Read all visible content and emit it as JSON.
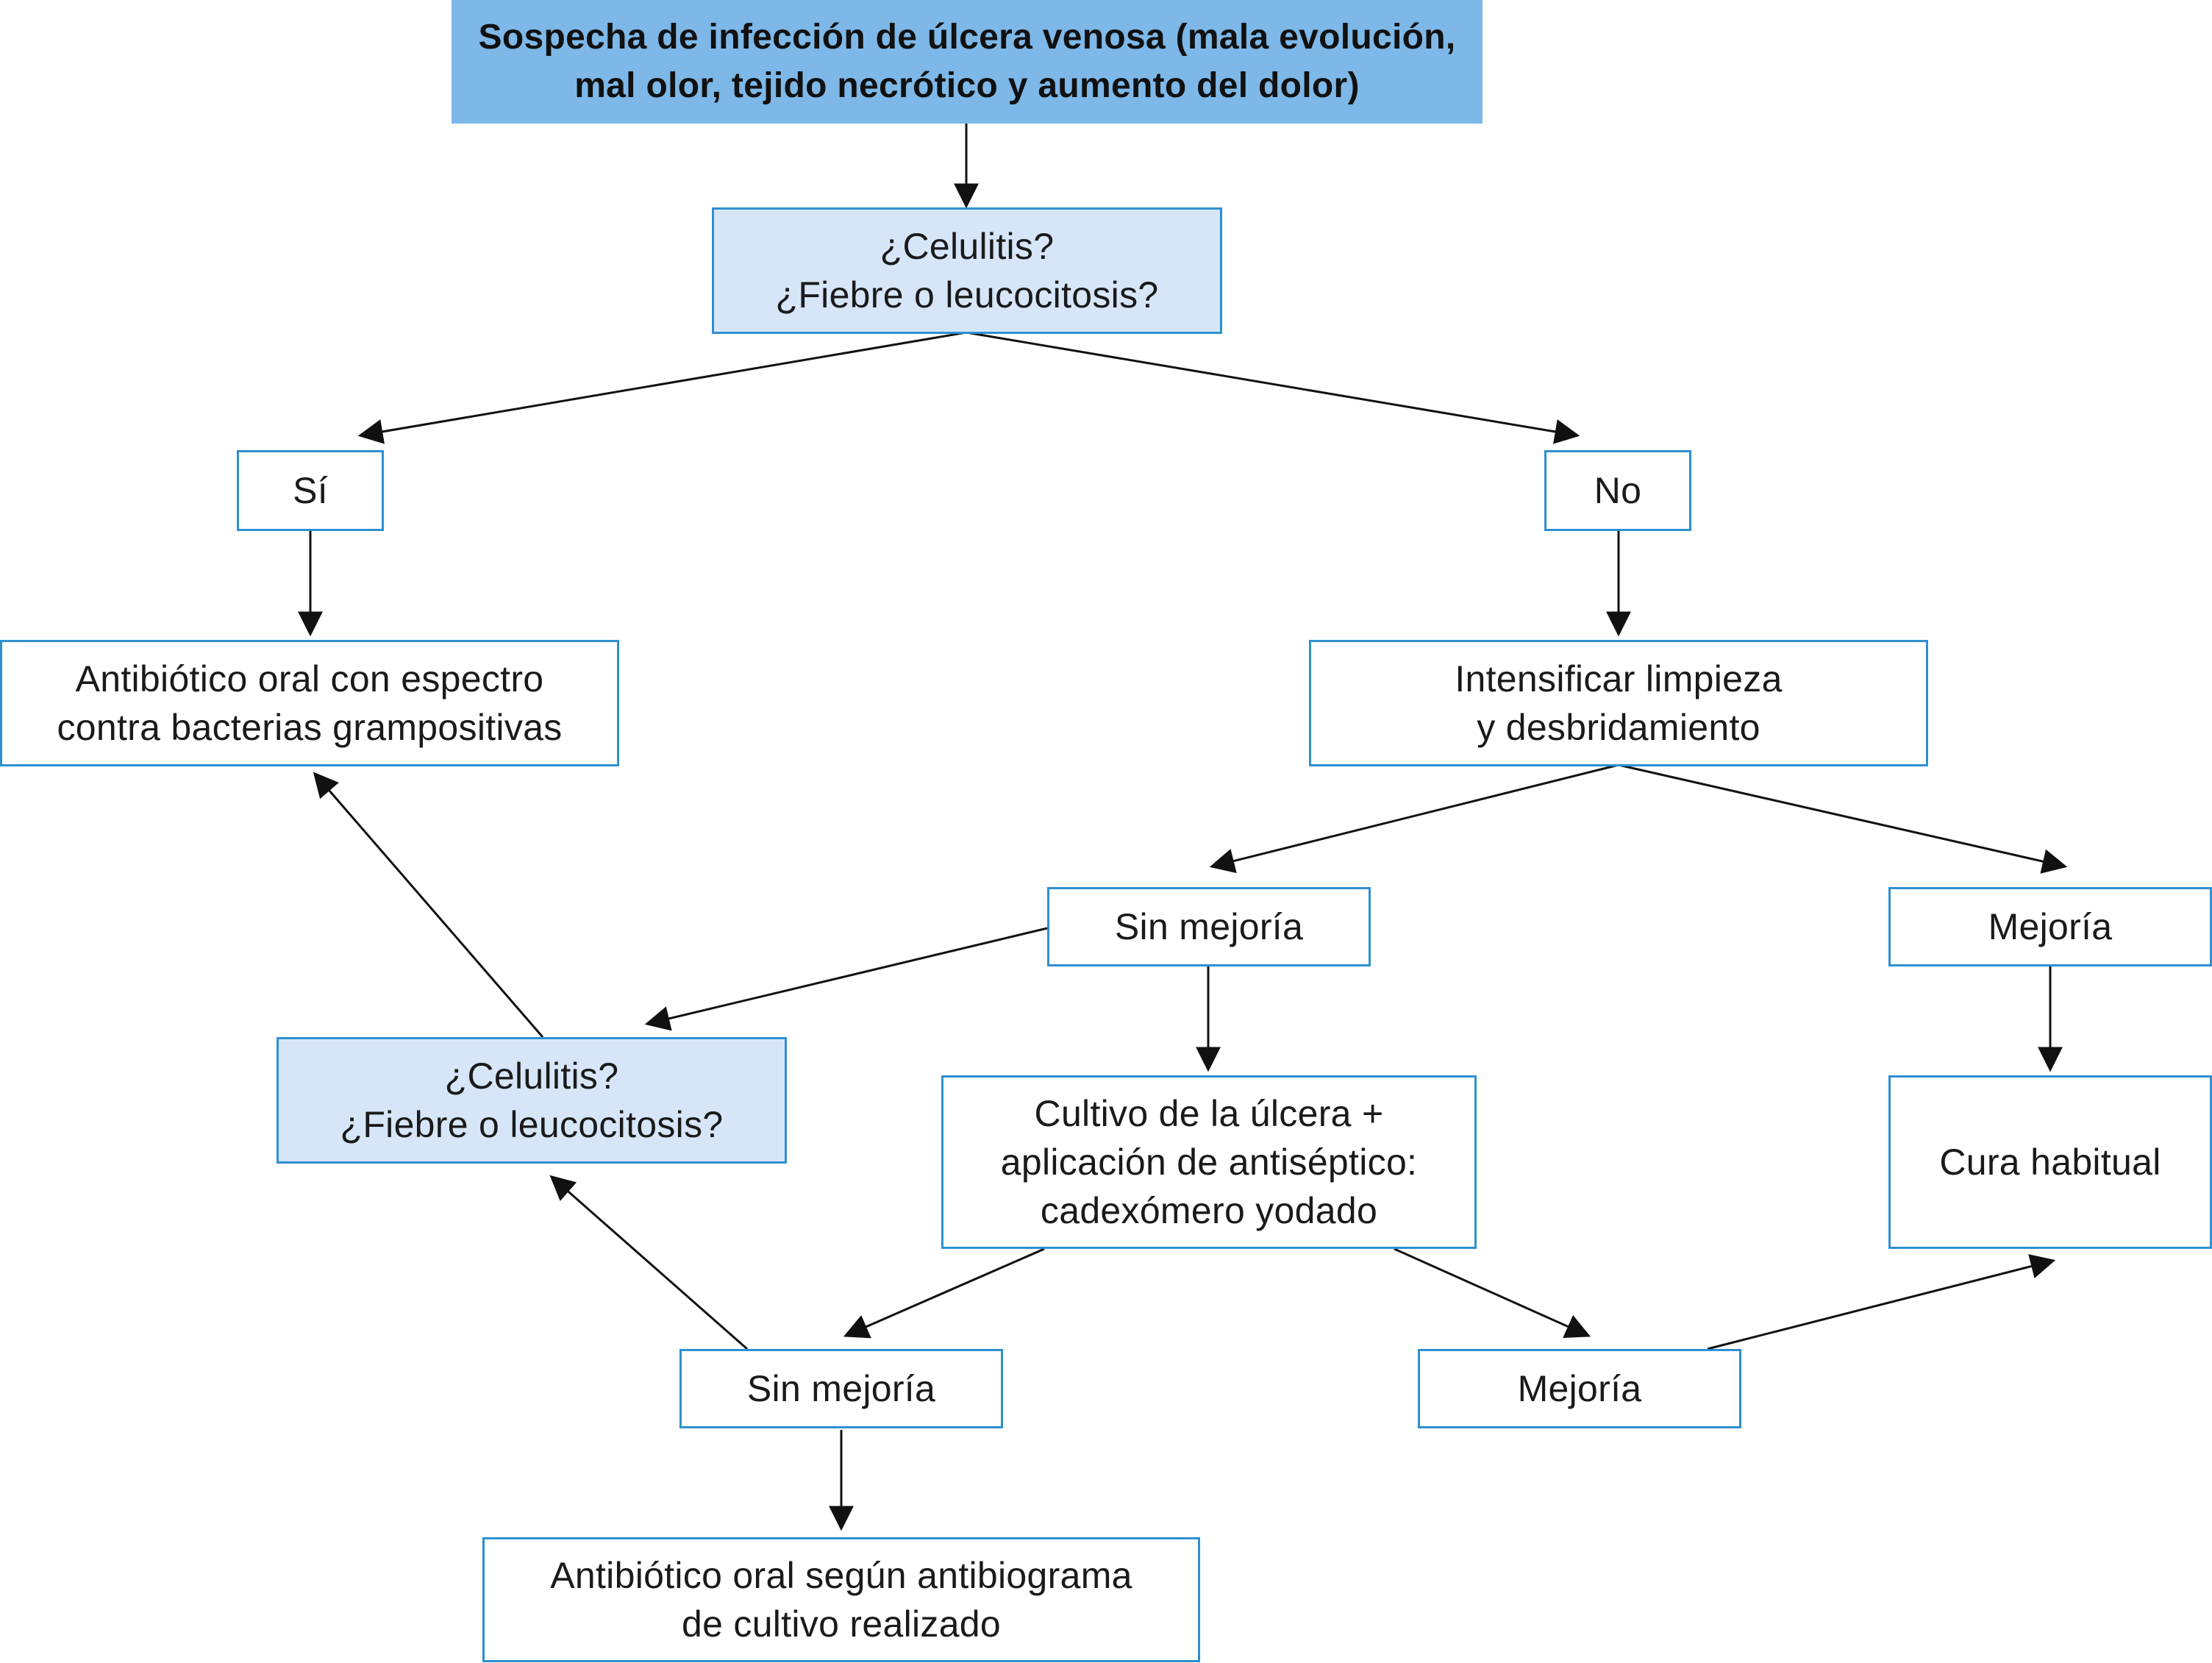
{
  "nodes": {
    "start": [
      "Sospecha de infección de úlcera venosa (mala evolución,",
      "mal olor, tejido necrótico y aumento del dolor)"
    ],
    "question1": [
      "¿Celulitis?",
      "¿Fiebre o leucocitosis?"
    ],
    "yes": [
      "Sí"
    ],
    "no": [
      "No"
    ],
    "antibiotic_gram": [
      "Antibiótico oral con espectro",
      "contra bacterias grampositivas"
    ],
    "intensify": [
      "Intensificar limpieza",
      "y desbridamiento"
    ],
    "no_improve1": [
      "Sin mejoría"
    ],
    "improve1": [
      "Mejoría"
    ],
    "question2": [
      "¿Celulitis?",
      "¿Fiebre o leucocitosis?"
    ],
    "culture": [
      "Cultivo de la úlcera +",
      "aplicación de antiséptico:",
      "cadexómero yodado"
    ],
    "usual_care": [
      "Cura habitual"
    ],
    "no_improve2": [
      "Sin mejoría"
    ],
    "improve2": [
      "Mejoría"
    ],
    "antibiotic_culture": [
      "Antibiótico oral según antibiograma",
      "de cultivo realizado"
    ]
  },
  "colors": {
    "header_fill": "#7db8e8",
    "light_fill": "#d6e6f8",
    "border": "#2f8fd0",
    "arrow": "#111111"
  }
}
